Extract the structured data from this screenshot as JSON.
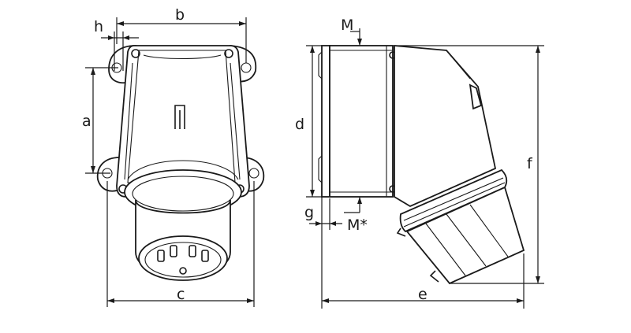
{
  "figure": {
    "front_view": {
      "labels": {
        "a": "a",
        "b": "b",
        "c": "c",
        "h": "h"
      }
    },
    "side_view": {
      "labels": {
        "d": "d",
        "e": "e",
        "f": "f",
        "g": "g",
        "M": "M",
        "M_star": "M*"
      }
    },
    "colors": {
      "line": "#1a1a1a",
      "background": "#ffffff"
    }
  }
}
